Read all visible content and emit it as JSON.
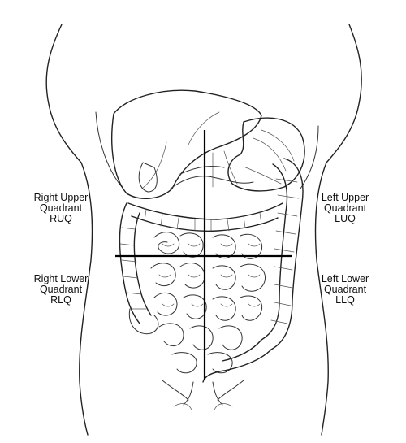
{
  "quadrants": {
    "ruq": {
      "line1": "Right Upper",
      "line2": "Quadrant",
      "abbr": "RUQ"
    },
    "luq": {
      "line1": "Left Upper",
      "line2": "Quadrant",
      "abbr": "LUQ"
    },
    "rlq": {
      "line1": "Right Lower",
      "line2": "Quadrant",
      "abbr": "RLQ"
    },
    "llq": {
      "line1": "Left Lower",
      "line2": "Quadrant",
      "abbr": "LLQ"
    }
  },
  "colors": {
    "line": "#000000",
    "background": "#ffffff"
  }
}
